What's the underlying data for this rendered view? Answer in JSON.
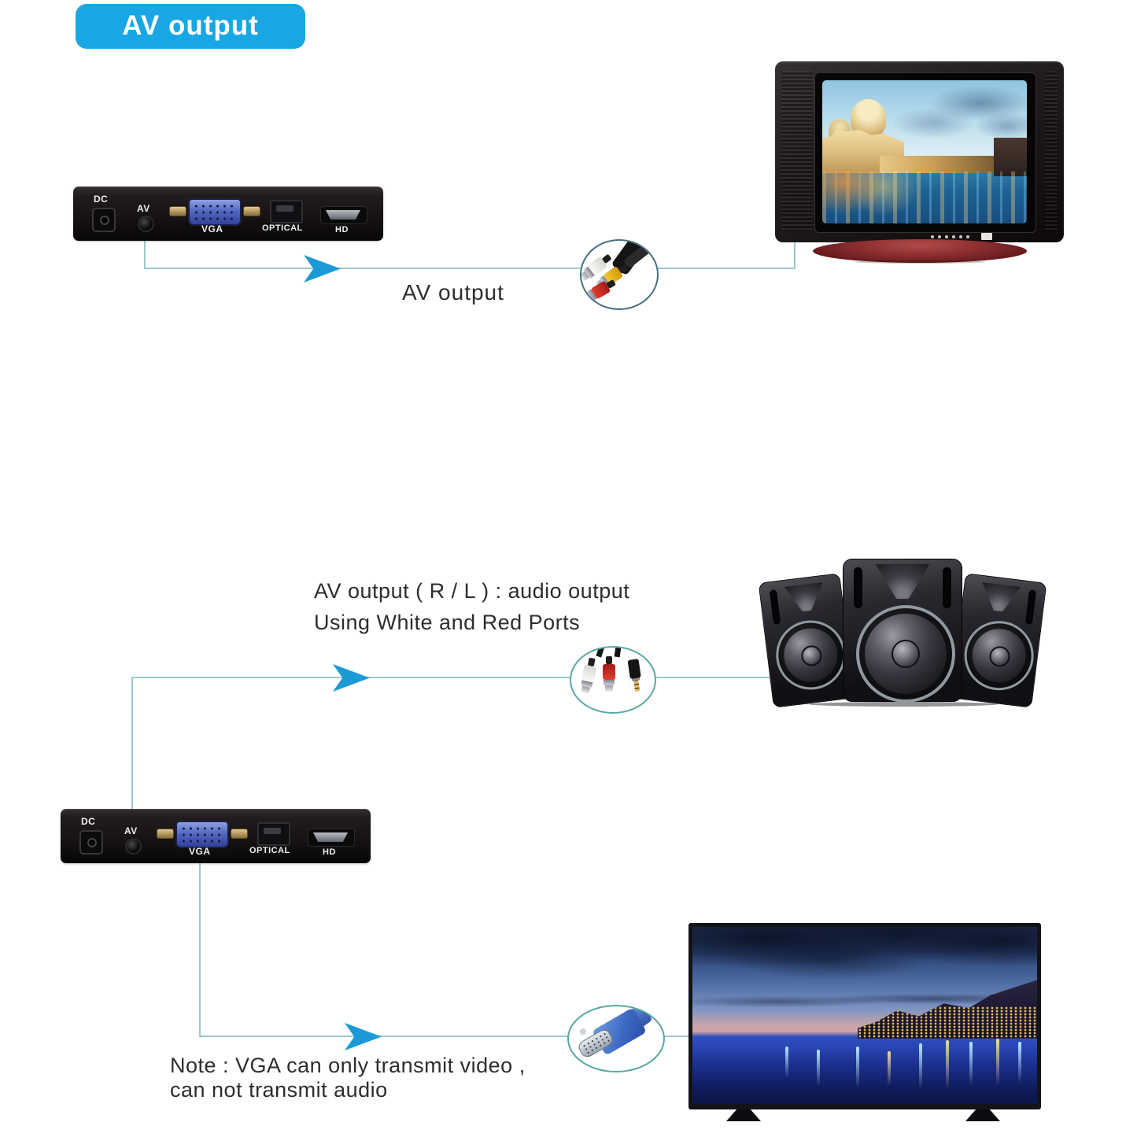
{
  "banner": {
    "label": "AV output"
  },
  "converter": {
    "ports": {
      "dc": "DC",
      "av": "AV",
      "vga": "VGA",
      "optical": "OPTICAL",
      "hd": "HD"
    }
  },
  "captions": {
    "av_output_label": "AV output",
    "audio_line1": "AV output ( R / L ) : audio output",
    "audio_line2": "Using White and Red Ports",
    "note_line1": "Note : VGA can only transmit video ,",
    "note_line2": "can not transmit audio"
  },
  "icons": {
    "arrow_right": "solid right arrowhead",
    "av_cable": "yellow / white / red RCA composite cable",
    "audio_cable": "white / red RCA with 3.5mm jack",
    "vga_cable": "blue VGA connector"
  },
  "colors": {
    "banner_bg": "#18a7e4",
    "connector_line": "#9dc9c9",
    "arrow_blue": "#1b9ad6",
    "text": "#2d2d2d",
    "crt_base_red": "#8c2e30",
    "vga_connector_blue": "#3a66c2"
  }
}
